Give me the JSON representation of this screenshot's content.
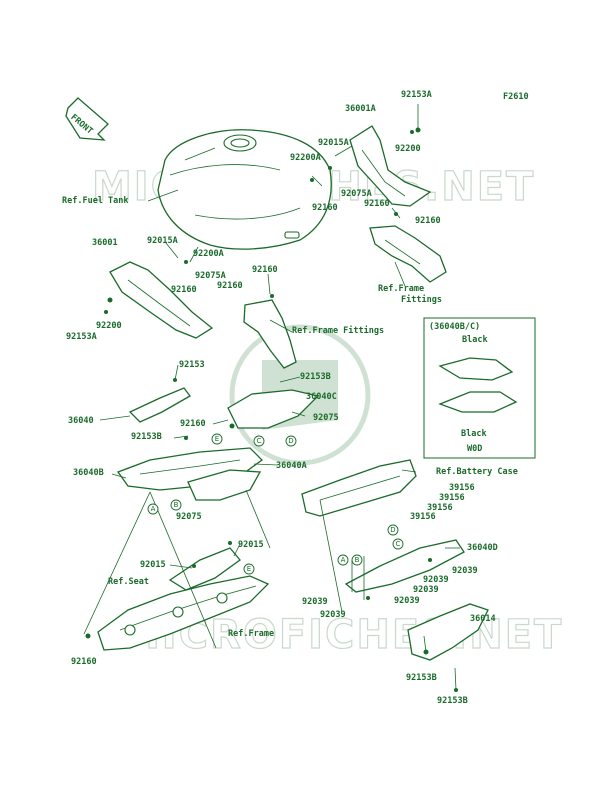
{
  "figure_code": "F2610",
  "front_arrow": "FRONT",
  "watermark": "MICROFICHES.NET",
  "inset": {
    "title": "(36040B/C)",
    "top_label": "Black",
    "bottom_label": "Black",
    "model_label": "W0D"
  },
  "refs": {
    "fuel_tank": "Ref.Fuel Tank",
    "frame_fittings_right_1": "Ref.Frame",
    "frame_fittings_right_2": "Fittings",
    "frame_fittings_center": "Ref.Frame Fittings",
    "battery_case": "Ref.Battery Case",
    "seat": "Ref.Seat",
    "frame": "Ref.Frame"
  },
  "callout_letters": [
    "A",
    "B",
    "C",
    "D",
    "E"
  ],
  "parts": {
    "p92153A_top": "92153A",
    "p36001A": "36001A",
    "p92015A_right": "92015A",
    "p92200A_right": "92200A",
    "p92200_right": "92200",
    "p92075A_right": "92075A",
    "p92160_r1": "92160",
    "p92160_r2": "92160",
    "p92160_r3": "92160",
    "p36001": "36001",
    "p92015A_left": "92015A",
    "p92200A_left": "92200A",
    "p92075A_left": "92075A",
    "p92160_l1": "92160",
    "p92160_l2": "92160",
    "p92160_l3": "92160",
    "p92200_left": "92200",
    "p92153A_left": "92153A",
    "p92153": "92153",
    "p92153B_center": "92153B",
    "p36040": "36040",
    "p36040C": "36040C",
    "p92160_c": "92160",
    "p92075_c": "92075",
    "p92153B_left": "92153B",
    "p36040B": "36040B",
    "p36040A": "36040A",
    "p92075_lower": "92075",
    "p39156_1": "39156",
    "p39156_2": "39156",
    "p39156_3": "39156",
    "p39156_4": "39156",
    "p92015_left": "92015",
    "p92015_right": "92015",
    "p36040D": "36040D",
    "p92039_1": "92039",
    "p92039_2": "92039",
    "p92039_3": "92039",
    "p92039_4": "92039",
    "p92039_5": "92039",
    "p36014": "36014",
    "p92160_bottom": "92160",
    "p92153B_br1": "92153B",
    "p92153B_br2": "92153B"
  }
}
